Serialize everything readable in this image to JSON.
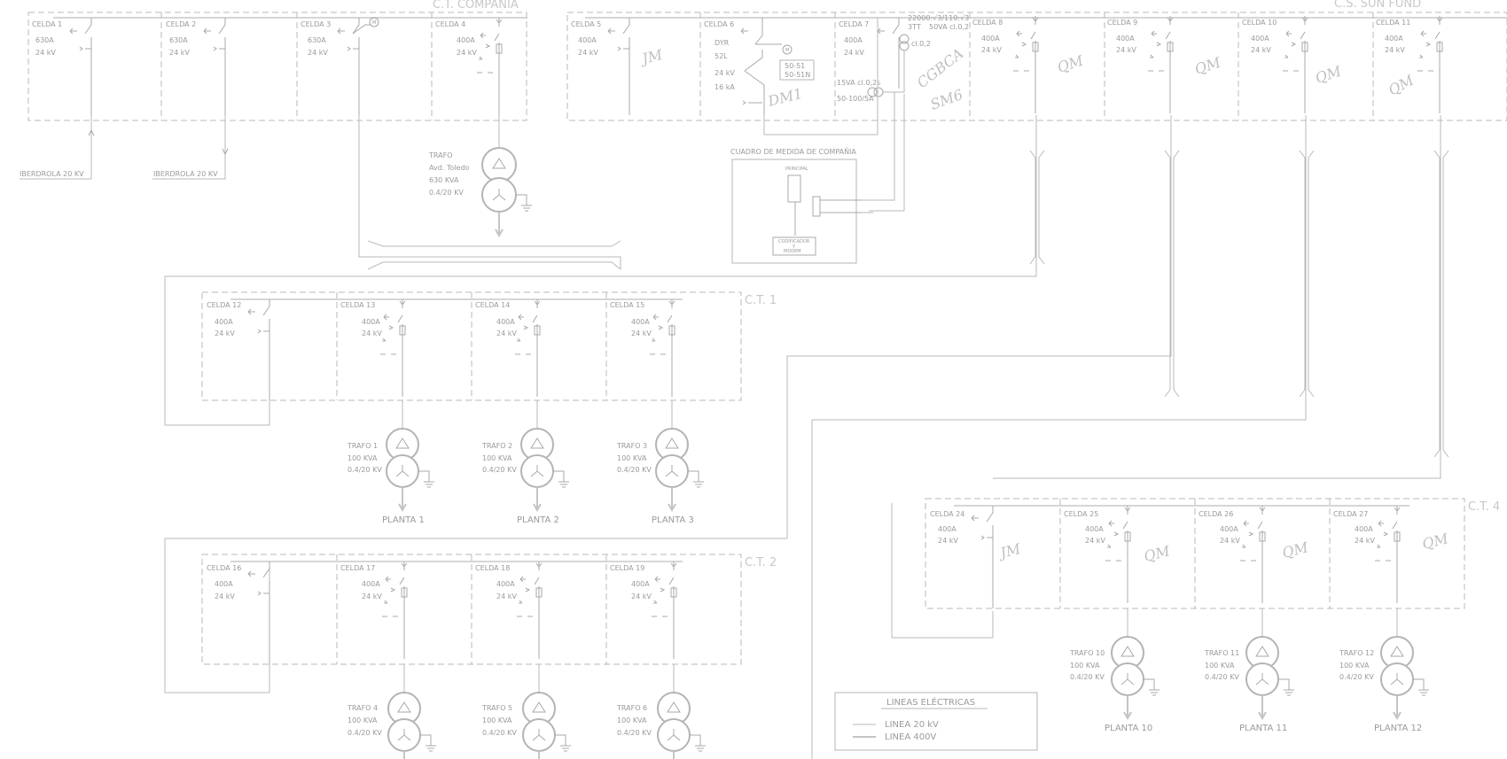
{
  "headers": {
    "ct_compania": "C.T. COMPAÑIA",
    "cs_sun_fund": "C.S. SUN FUND",
    "ct1": "C.T. 1",
    "ct2": "C.T. 2",
    "ct4": "C.T. 4"
  },
  "feeds": [
    "IBERDROLA 20 KV",
    "IBERDROLA 20 KV"
  ],
  "top_cells": [
    {
      "name": "CELDA 1",
      "specs": [
        "630A",
        "24 kV"
      ]
    },
    {
      "name": "CELDA 2",
      "specs": [
        "630A",
        "24 kV"
      ]
    },
    {
      "name": "CELDA 3",
      "specs": [
        "630A",
        "24 kV"
      ]
    },
    {
      "name": "CELDA 4",
      "specs": [
        "400A",
        "24 kV"
      ]
    },
    {
      "name": "CELDA 5",
      "specs": [
        "400A",
        "24 kV"
      ]
    },
    {
      "name": "CELDA 6",
      "specs": [
        "DYR",
        "52L",
        "24 kV",
        "16 kA"
      ]
    },
    {
      "name": "CELDA 7",
      "specs": [
        "400A",
        "24 kV"
      ]
    },
    {
      "name": "CELDA 8",
      "specs": [
        "400A",
        "24 kV"
      ]
    },
    {
      "name": "CELDA 9",
      "specs": [
        "400A",
        "24 kV"
      ]
    },
    {
      "name": "CELDA 10",
      "specs": [
        "400A",
        "24 kV"
      ]
    },
    {
      "name": "CELDA 11",
      "specs": [
        "400A",
        "24 kV"
      ]
    }
  ],
  "ct1_cells": [
    {
      "name": "CELDA 12",
      "specs": [
        "400A",
        "24 kV"
      ]
    },
    {
      "name": "CELDA 13",
      "specs": [
        "400A",
        "24 kV"
      ]
    },
    {
      "name": "CELDA 14",
      "specs": [
        "400A",
        "24 kV"
      ]
    },
    {
      "name": "CELDA 15",
      "specs": [
        "400A",
        "24 kV"
      ]
    }
  ],
  "ct2_cells": [
    {
      "name": "CELDA 16",
      "specs": [
        "400A",
        "24 kV"
      ]
    },
    {
      "name": "CELDA 17",
      "specs": [
        "400A",
        "24 kV"
      ]
    },
    {
      "name": "CELDA 18",
      "specs": [
        "400A",
        "24 kV"
      ]
    },
    {
      "name": "CELDA 19",
      "specs": [
        "400A",
        "24 kV"
      ]
    }
  ],
  "ct4_cells": [
    {
      "name": "CELDA 24",
      "specs": [
        "400A",
        "24 kV"
      ]
    },
    {
      "name": "CELDA 25",
      "specs": [
        "400A",
        "24 kV"
      ]
    },
    {
      "name": "CELDA 26",
      "specs": [
        "400A",
        "24 kV"
      ]
    },
    {
      "name": "CELDA 27",
      "specs": [
        "400A",
        "24 kV"
      ]
    }
  ],
  "main_trafo": {
    "lines": [
      "TRAFO",
      "Avd. Toledo",
      "630 KVA",
      "0.4/20 KV"
    ]
  },
  "trafos_ct1": [
    {
      "lines": [
        "TRAFO 1",
        "100 KVA",
        "0.4/20 KV"
      ],
      "planta": "PLANTA 1"
    },
    {
      "lines": [
        "TRAFO 2",
        "100 KVA",
        "0.4/20 KV"
      ],
      "planta": "PLANTA 2"
    },
    {
      "lines": [
        "TRAFO 3",
        "100 KVA",
        "0.4/20 KV"
      ],
      "planta": "PLANTA 3"
    }
  ],
  "trafos_ct2": [
    {
      "lines": [
        "TRAFO 4",
        "100 KVA",
        "0.4/20 KV"
      ]
    },
    {
      "lines": [
        "TRAFO 5",
        "100 KVA",
        "0.4/20 KV"
      ]
    },
    {
      "lines": [
        "TRAFO 6",
        "100 KVA",
        "0.4/20 KV"
      ]
    }
  ],
  "trafos_ct4": [
    {
      "lines": [
        "TRAFO 10",
        "100 KVA",
        "0.4/20 KV"
      ],
      "planta": "PLANTA 10"
    },
    {
      "lines": [
        "TRAFO 11",
        "100 KVA",
        "0.4/20 KV"
      ],
      "planta": "PLANTA 11"
    },
    {
      "lines": [
        "TRAFO 12",
        "100 KVA",
        "0.4/20 KV"
      ],
      "planta": "PLANTA 12"
    }
  ],
  "relay": {
    "line1": "50-51",
    "line2": "50-51N"
  },
  "motor_symbol": "M",
  "measure_box": {
    "title": "CUADRO DE MEDIDA DE COMPAÑIA",
    "principal": "PRINCIPAL",
    "codificador_lines": [
      "CODIFICADOR",
      "Y",
      "MODEM"
    ]
  },
  "celda7_notes": {
    "tt": [
      "22000:√3/110:√3",
      "3TT",
      "50VA cl.0,2"
    ],
    "ti": [
      "15VA cl.0,2s",
      "50-100/5A"
    ],
    "cl": "cl.0,2"
  },
  "handwritten": {
    "celda5": "JM",
    "celda6": "DM1",
    "celda7": [
      "CGBCA",
      "SM6"
    ],
    "qm": "QM",
    "celda11": "QM",
    "celda24": "JM"
  },
  "legend": {
    "title": "LINEAS ELÉCTRICAS",
    "items": [
      "LINEA 20 kV",
      "LINEA 400V"
    ]
  }
}
